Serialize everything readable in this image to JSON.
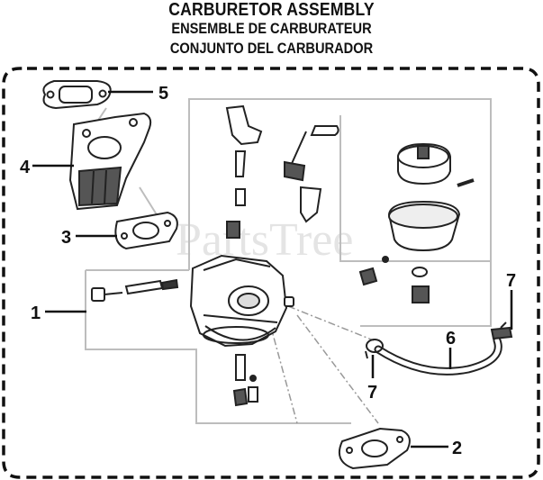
{
  "titles": {
    "en": "CARBURETOR ASSEMBLY",
    "fr": "ENSEMBLE DE CARBURATEUR",
    "es": "CONJUNTO DEL CARBURADOR"
  },
  "callouts": {
    "p1": "1",
    "p2": "2",
    "p3": "3",
    "p4": "4",
    "p5": "5",
    "p6": "6",
    "p7a": "7",
    "p7b": "7"
  },
  "watermark": "PartsTree",
  "colors": {
    "line": "#222222",
    "leader": "#111111",
    "guide": "#bbbbbb"
  }
}
